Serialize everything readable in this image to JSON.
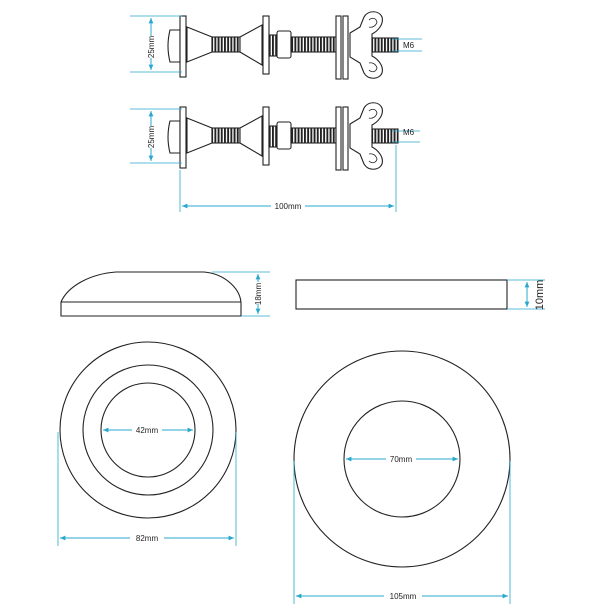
{
  "colors": {
    "line": "#222222",
    "dimension": "#29a8cc",
    "background": "#ffffff"
  },
  "bolts": {
    "top": {
      "height_label": "25mm",
      "thread_label": "M6"
    },
    "bottom": {
      "height_label": "25mm",
      "thread_label": "M6"
    },
    "length_label": "100mm"
  },
  "cap": {
    "height_label": "18mm",
    "inner_diameter_label": "42mm",
    "outer_diameter_label": "82mm"
  },
  "washer": {
    "height_label": "10mm",
    "inner_diameter_label": "70mm",
    "outer_diameter_label": "105mm"
  }
}
